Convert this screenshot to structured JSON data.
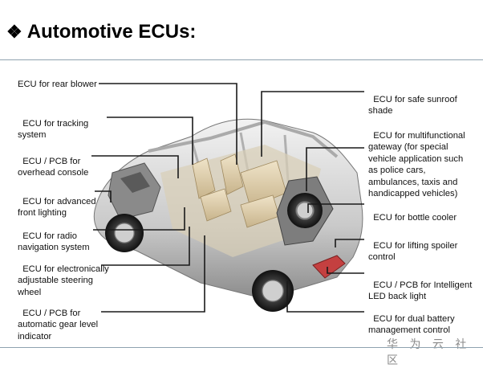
{
  "header": {
    "title": "Automotive ECUs:",
    "bullet_icon": "diamond-bullet-icon"
  },
  "labels_left": [
    {
      "id": "rear-blower",
      "text": "ECU for rear blower"
    },
    {
      "id": "tracking-system",
      "text": "ECU for tracking\nsystem"
    },
    {
      "id": "overhead-console",
      "text": "ECU / PCB for\noverhead console"
    },
    {
      "id": "front-lighting",
      "text": "ECU for advanced\nfront lighting"
    },
    {
      "id": "radio-navigation",
      "text": "ECU for radio\nnavigation system"
    },
    {
      "id": "steering-wheel",
      "text": "ECU for electronically\nadjustable steering\nwheel"
    },
    {
      "id": "gear-level",
      "text": "ECU / PCB for\nautomatic gear level\nindicator"
    }
  ],
  "labels_right": [
    {
      "id": "sunroof-shade",
      "text": "ECU for safe sunroof\nshade"
    },
    {
      "id": "multifunctional-gateway",
      "text": "ECU for multifunctional\ngateway (for special\nvehicle application such\nas police cars,\nambulances, taxis and\nhandicapped vehicles)"
    },
    {
      "id": "bottle-cooler",
      "text": "ECU for bottle cooler"
    },
    {
      "id": "lifting-spoiler",
      "text": "ECU for lifting spoiler\ncontrol"
    },
    {
      "id": "led-back-light",
      "text": "ECU / PCB for Intelligent\nLED back light"
    },
    {
      "id": "dual-battery",
      "text": "ECU for dual battery\nmanagement control"
    }
  ],
  "watermark": "华 为 云 社 区"
}
